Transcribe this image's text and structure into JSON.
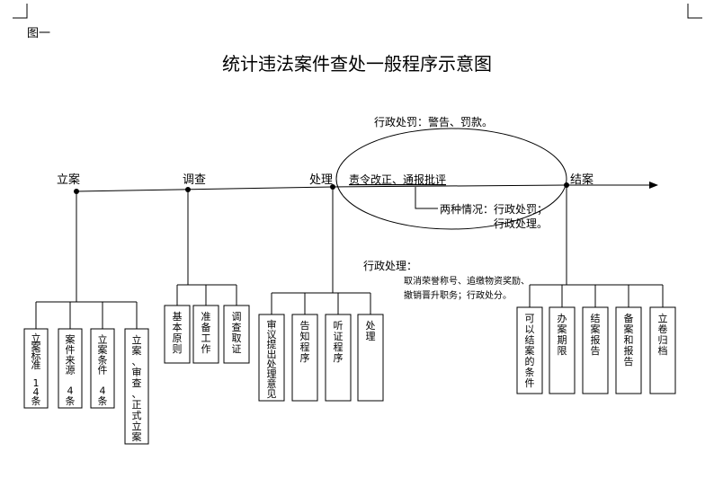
{
  "figure_label": "图一",
  "title": "统计违法案件查处一般程序示意图",
  "stages": {
    "li_an": "立案",
    "diao_cha": "调查",
    "chu_li": "处理",
    "jie_an": "结案"
  },
  "ellipse": {
    "top_text": "行政处罚：警告、罚款。",
    "order_text": "责令改正、通报批评",
    "two_cases_line1": "两种情况：行政处罚；",
    "two_cases_line2": "行政处理。"
  },
  "admin_handling": {
    "heading": "行政处理：",
    "line1": "取消荣誉称号、追缴物资奖励、",
    "line2": "撤销晋升职务；行政处分。"
  },
  "li_an_boxes": [
    "立案标准 14条",
    "案件来源 4条",
    "立案条件 4条",
    "立案、审查、正式立案"
  ],
  "diao_cha_boxes": [
    "基本原则",
    "准备工作",
    "调查取证"
  ],
  "chu_li_boxes": [
    "审议提出处理意见",
    "告知程序",
    "听证程序",
    "处理"
  ],
  "jie_an_boxes": [
    "可以结案的条件",
    "办案期限",
    "结案报告",
    "备案和报告",
    "立卷归档"
  ]
}
